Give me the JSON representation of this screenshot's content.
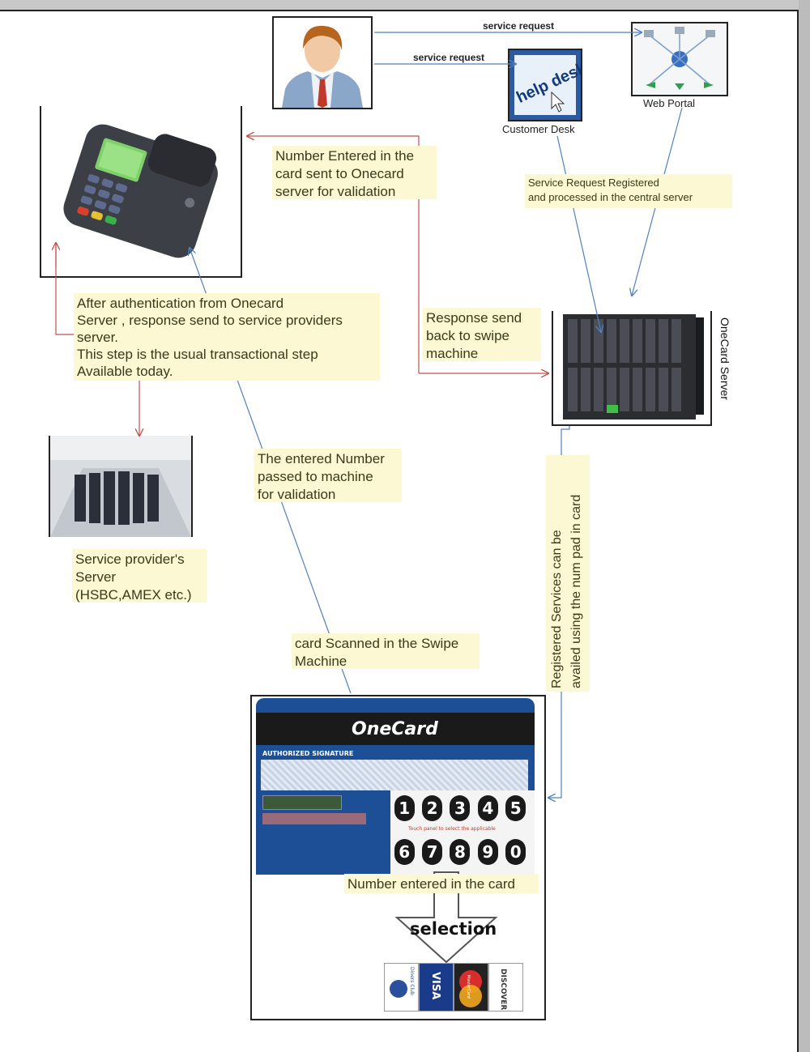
{
  "notes": {
    "number_entered_sent": "Number Entered in the\ncard sent to Onecard\nserver for validation",
    "service_request_registered": "Service Request Registered\nand processed in the central server",
    "after_authentication": "After authentication from Onecard\nServer , response send to service providers\nserver.\nThis step is the usual transactional step\nAvailable today.",
    "response_send": "Response send\nback to swipe\nmachine",
    "entered_number_passed": "The entered Number\npassed to machine\nfor validation",
    "service_provider_server": "Service provider's\nServer\n(HSBC,AMEX etc.)",
    "card_scanned": "card Scanned in the Swipe\nMachine",
    "registered_services": "Registered Services can be\navailed using the num pad in card",
    "number_entered_card": "Number entered in the card",
    "selection": "selection"
  },
  "labels": {
    "service_request_top": "service request",
    "service_request_mid": "service request",
    "customer_desk": "Customer Desk",
    "web_portal": "Web Portal",
    "onecard_server": "OneCard Server",
    "help_desk": "help desk"
  },
  "card": {
    "brand": "OneCard",
    "signature_label": "AUTHORIZED SIGNATURE",
    "keypad_top": [
      "1",
      "2",
      "3",
      "4",
      "5"
    ],
    "keypad_bottom": [
      "6",
      "7",
      "8",
      "9",
      "0"
    ],
    "keypad_hint": "Touch panel to select the applicable",
    "payment_logos": [
      "Diners Club",
      "VISA",
      "MasterCard",
      "DISCOVER"
    ]
  },
  "colors": {
    "note_bg": "#fbf8d3",
    "red_arrow": "#c0504d",
    "blue_arrow": "#4f81bd",
    "card_blue": "#1d4f96",
    "card_black": "#1a1a1a"
  }
}
